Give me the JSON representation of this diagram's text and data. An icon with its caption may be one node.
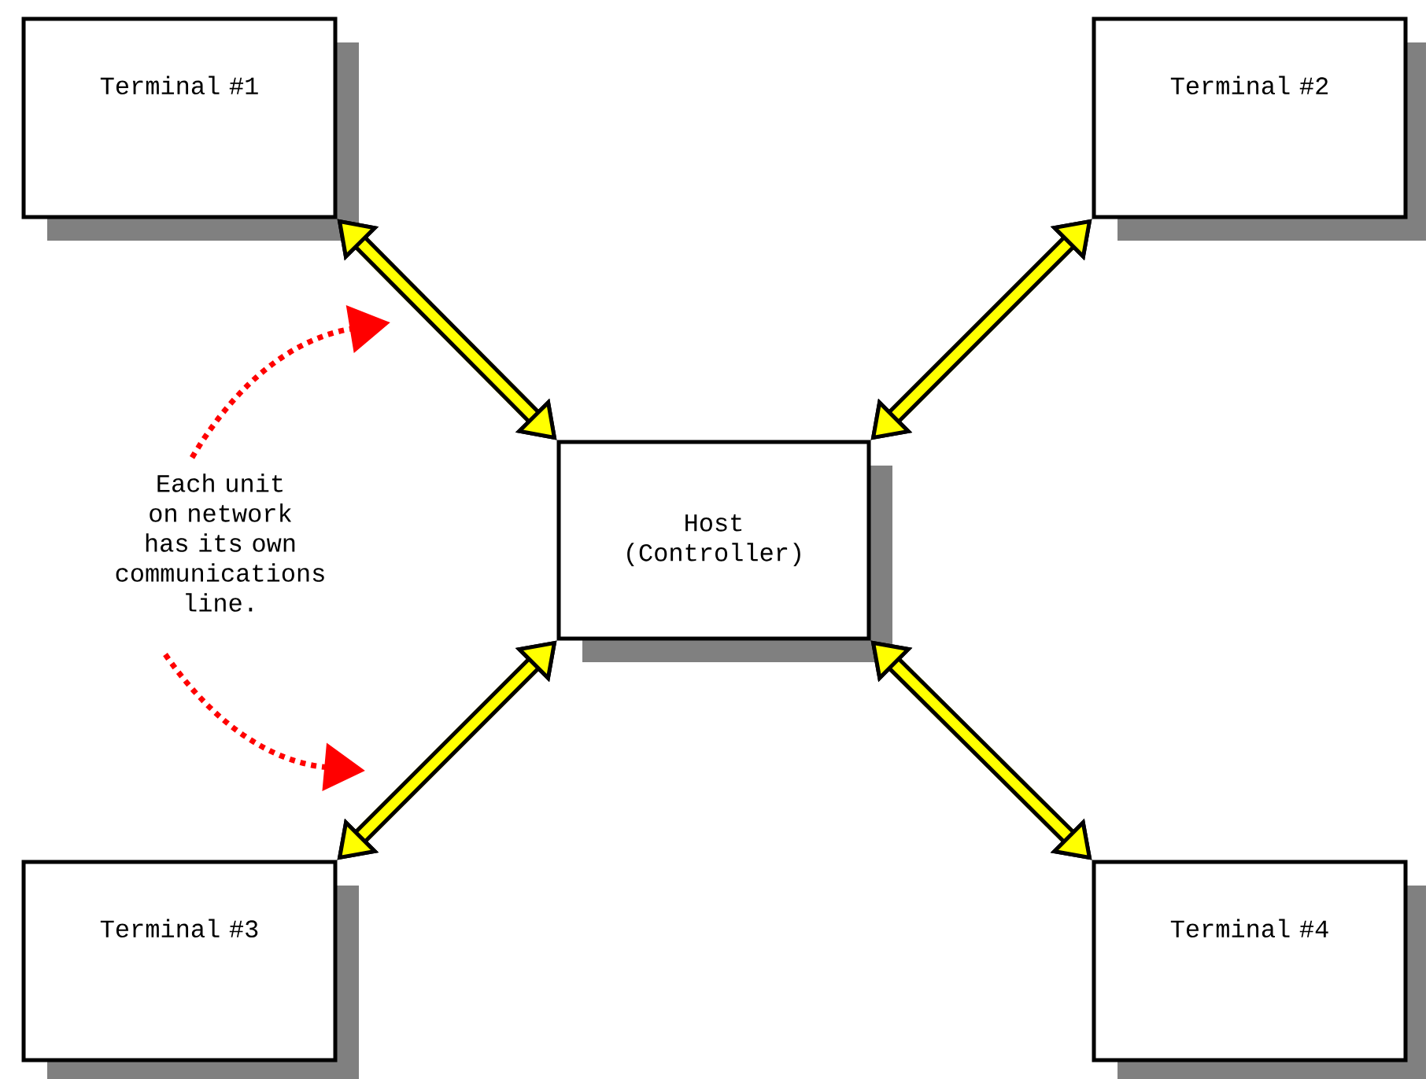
{
  "diagram": {
    "nodes": [
      {
        "text": [
          "Terminal #1"
        ]
      },
      {
        "text": [
          "Terminal #2"
        ]
      },
      {
        "text": [
          "Host (Controller)"
        ]
      },
      {
        "text": [
          "Terminal #3"
        ]
      },
      {
        "text": [
          "Terminal #4"
        ]
      },
      {
        "text": [
          "Each unit on network has its own communications line."
        ]
      }
    ],
    "edges": [
      {
        "from": 0,
        "to": 2,
        "arrow": "both",
        "color": "#ffff00"
      },
      {
        "from": 1,
        "to": 2,
        "arrow": "both",
        "color": "#ffff00"
      },
      {
        "from": 3,
        "to": 2,
        "arrow": "both",
        "color": "#ffff00"
      },
      {
        "from": 4,
        "to": 2,
        "arrow": "both",
        "color": "#ffff00"
      },
      {
        "from": 5,
        "to": null,
        "arrow": "to",
        "style": "dashed",
        "color": "#ff0000"
      },
      {
        "from": 5,
        "to": null,
        "arrow": "to",
        "style": "dashed",
        "color": "#ff0000"
      }
    ]
  }
}
